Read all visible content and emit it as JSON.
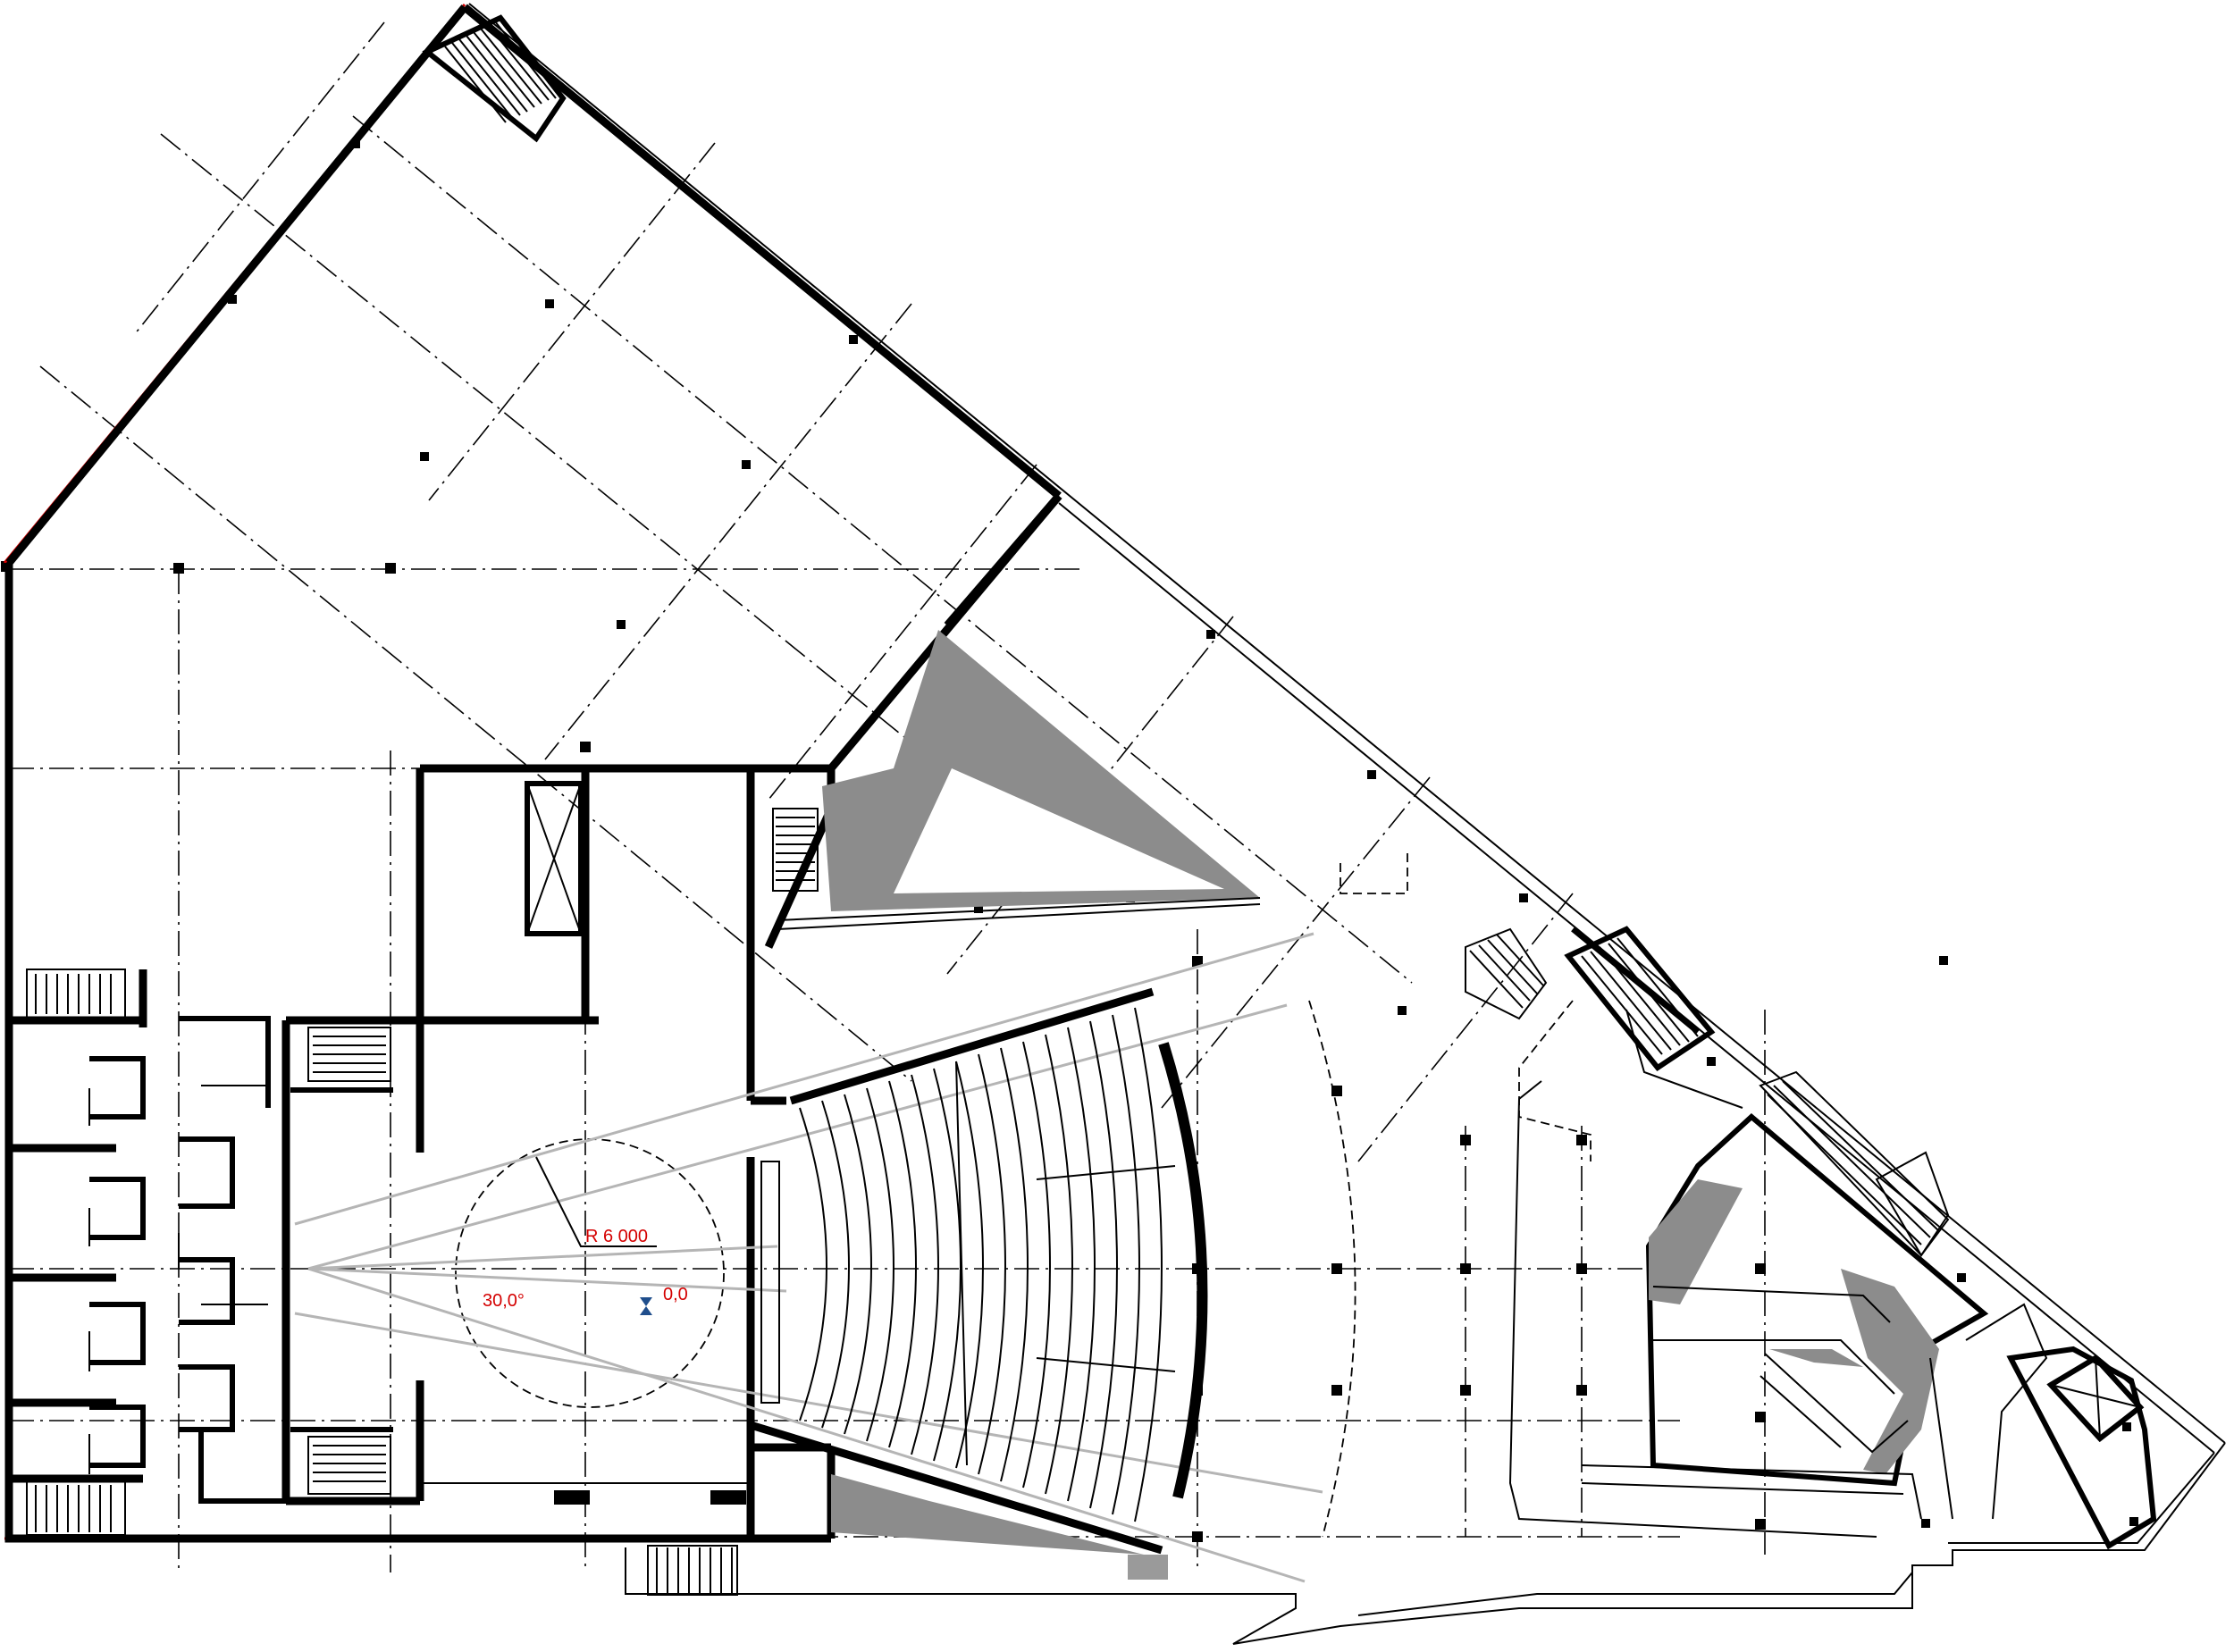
{
  "colors": {
    "wall": "#000000",
    "shading": "#8c8c8c",
    "sightline": "#b5b5b5",
    "boundary": "#d40000",
    "annotation": "#d40000",
    "marker": "#1f4e8c"
  },
  "annotations": {
    "radius": "R 6 000",
    "angle": "30,0°",
    "origin": "0,0"
  },
  "icons": {
    "origin_marker": "hourglass-marker-icon"
  }
}
